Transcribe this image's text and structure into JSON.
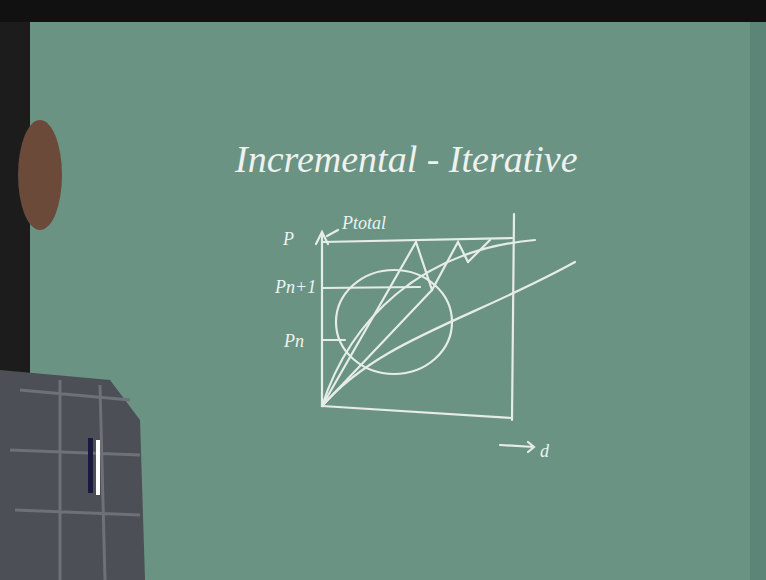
{
  "diagram": {
    "title": "Incremental - Iterative",
    "labels": [
      "P",
      "Ptotal",
      "Pn+1",
      "Pn",
      "d"
    ]
  }
}
